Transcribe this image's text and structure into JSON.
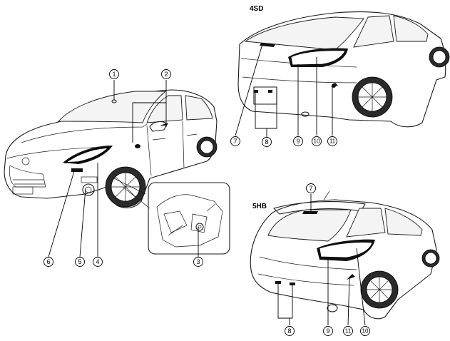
{
  "variants": {
    "sedan_label": "4SD",
    "hatch_label": "5HB"
  },
  "callouts": {
    "c1": "1",
    "c2": "2",
    "c3": "3",
    "c4": "4",
    "c5": "5",
    "c6": "6",
    "c7_sedan": "7",
    "c8_sedan": "8",
    "c9_sedan": "9",
    "c10_sedan": "10",
    "c11_sedan": "11",
    "c7_hatch": "7",
    "c8_hatch": "8",
    "c9_hatch": "9",
    "c10_hatch": "10",
    "c11_hatch": "11"
  }
}
